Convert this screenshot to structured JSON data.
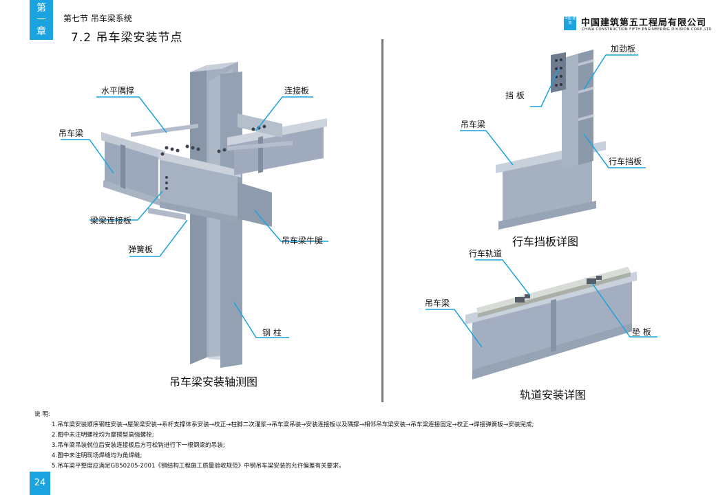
{
  "chapter_tab": [
    "第",
    "一",
    "章"
  ],
  "section_label": "第七节 吊车梁系统",
  "page_title": "7.2 吊车梁安装节点",
  "company": {
    "logo_text": "中国 建筑",
    "name_cn": "中国建筑第五工程局有限公司",
    "name_en": "CHINA CONSTRUCTION FIFTH ENGINEERING DIVISION CORP.,LTD"
  },
  "main_figure": {
    "caption": "吊车梁安装轴测图",
    "labels": {
      "horizontal_brace": "水平隅撑",
      "connect_plate": "连接板",
      "crane_beam": "吊车梁",
      "beam_connect_plate": "梁梁连接板",
      "spring_plate": "弹簧板",
      "corbel": "吊车梁牛腿",
      "steel_column": "钢 柱"
    }
  },
  "stop_figure": {
    "caption": "行车挡板详图",
    "labels": {
      "stiffener": "加劲板",
      "stop_plate": "挡 板",
      "crane_beam": "吊车梁",
      "crane_stop": "行车挡板"
    }
  },
  "rail_figure": {
    "caption": "轨道安装详图",
    "labels": {
      "crane_rail": "行车轨道",
      "crane_beam": "吊车梁",
      "pad_plate": "垫 板"
    }
  },
  "notes": {
    "heading": "说 明:",
    "items": [
      "1.吊车梁安装顺序钢柱安装→屋架梁安装→系杆支撑体系安装→校正→柱脚二次灌浆→吊车梁吊装→安装连接板以及隅撑→相邻吊车梁安装→吊车梁连接固定→校正→焊接弹簧板→安装完成;",
      "2.图中未注明螺栓均为摩擦型高强螺栓;",
      "3.吊车梁吊装就位后安装连接板后方可松钩进行下一根钢梁的吊装;",
      "4.图中未注明现场焊缝均为角焊缝;",
      "5.吊车梁平整度应满足GB50205-2001《钢结构工程施工质量验收规范》中钢吊车梁安装的允许偏差有关要求。"
    ]
  },
  "page_number": "24",
  "colors": {
    "accent": "#1aa3de",
    "steel": "#9aa7b8",
    "steel_dark": "#7d8a9b",
    "steel_light": "#c3cbd6"
  }
}
